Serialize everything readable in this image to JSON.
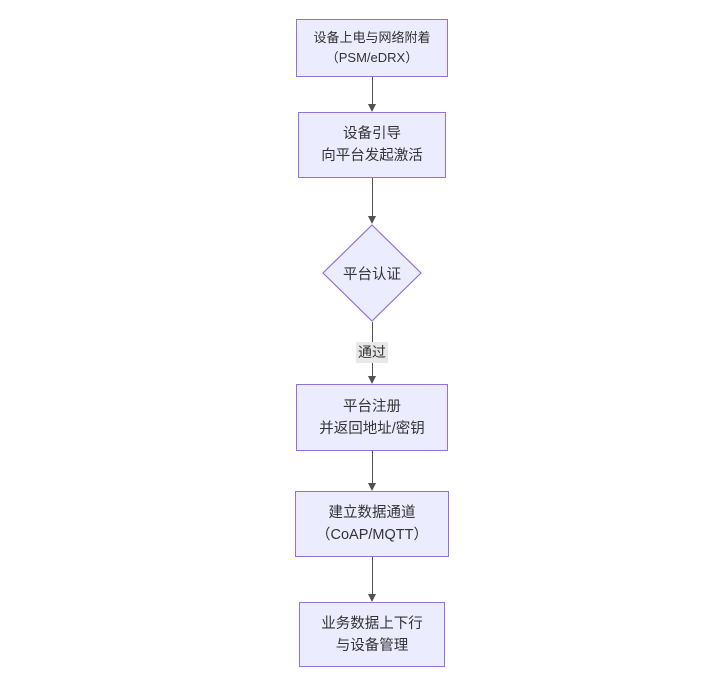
{
  "diagram": {
    "type": "flowchart",
    "direction": "top-down",
    "nodes": [
      {
        "id": "A",
        "shape": "rect",
        "lines": [
          "设备上电与网络附着",
          "（PSM/eDRX）"
        ]
      },
      {
        "id": "B",
        "shape": "rect",
        "lines": [
          "设备引导",
          "向平台发起激活"
        ]
      },
      {
        "id": "C",
        "shape": "diamond",
        "lines": [
          "平台认证"
        ]
      },
      {
        "id": "D",
        "shape": "rect",
        "lines": [
          "平台注册",
          "并返回地址/密钥"
        ]
      },
      {
        "id": "E",
        "shape": "rect",
        "lines": [
          "建立数据通道",
          "（CoAP/MQTT）"
        ]
      },
      {
        "id": "F",
        "shape": "rect",
        "lines": [
          "业务数据上下行",
          "与设备管理"
        ]
      }
    ],
    "edges": [
      {
        "from": "A",
        "to": "B",
        "label": ""
      },
      {
        "from": "B",
        "to": "C",
        "label": ""
      },
      {
        "from": "C",
        "to": "D",
        "label": "通过"
      },
      {
        "from": "D",
        "to": "E",
        "label": ""
      },
      {
        "from": "E",
        "to": "F",
        "label": ""
      }
    ],
    "colors": {
      "node_fill": "#ECECFF",
      "node_border": "#9370DB",
      "text": "#333333",
      "edge": "#333333",
      "edge_label_bg": "#e8e8e8"
    }
  }
}
